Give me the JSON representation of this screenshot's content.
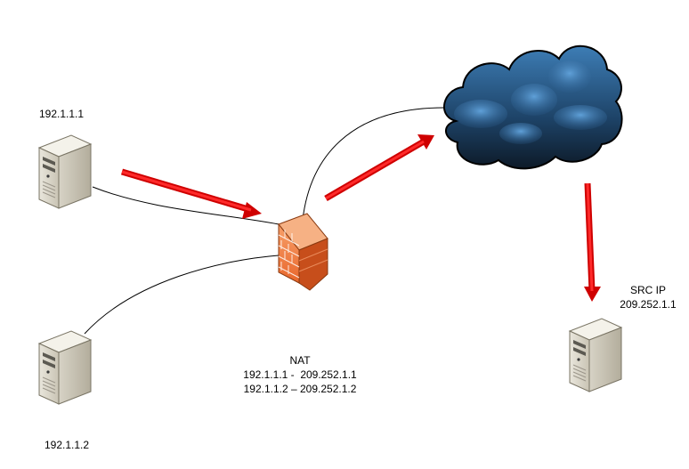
{
  "host_a": {
    "ip_label": "192.1.1.1",
    "icon": "server-icon"
  },
  "host_b": {
    "ip_label": "192.1.1.2",
    "icon": "server-icon"
  },
  "destination": {
    "label_line1": "SRC IP",
    "label_line2": "209.252.1.1",
    "icon": "server-icon"
  },
  "firewall": {
    "icon": "firewall-icon"
  },
  "internet": {
    "icon": "cloud-icon"
  },
  "nat": {
    "title": "NAT",
    "mapping1": "192.1.1.1 -  209.252.1.1",
    "mapping2": "192.1.1.2 – 209.252.1.2"
  },
  "colors": {
    "arrow": "#e00000",
    "link": "#000000",
    "firewall": "#f0783c",
    "cloud": "#2a5a86"
  }
}
